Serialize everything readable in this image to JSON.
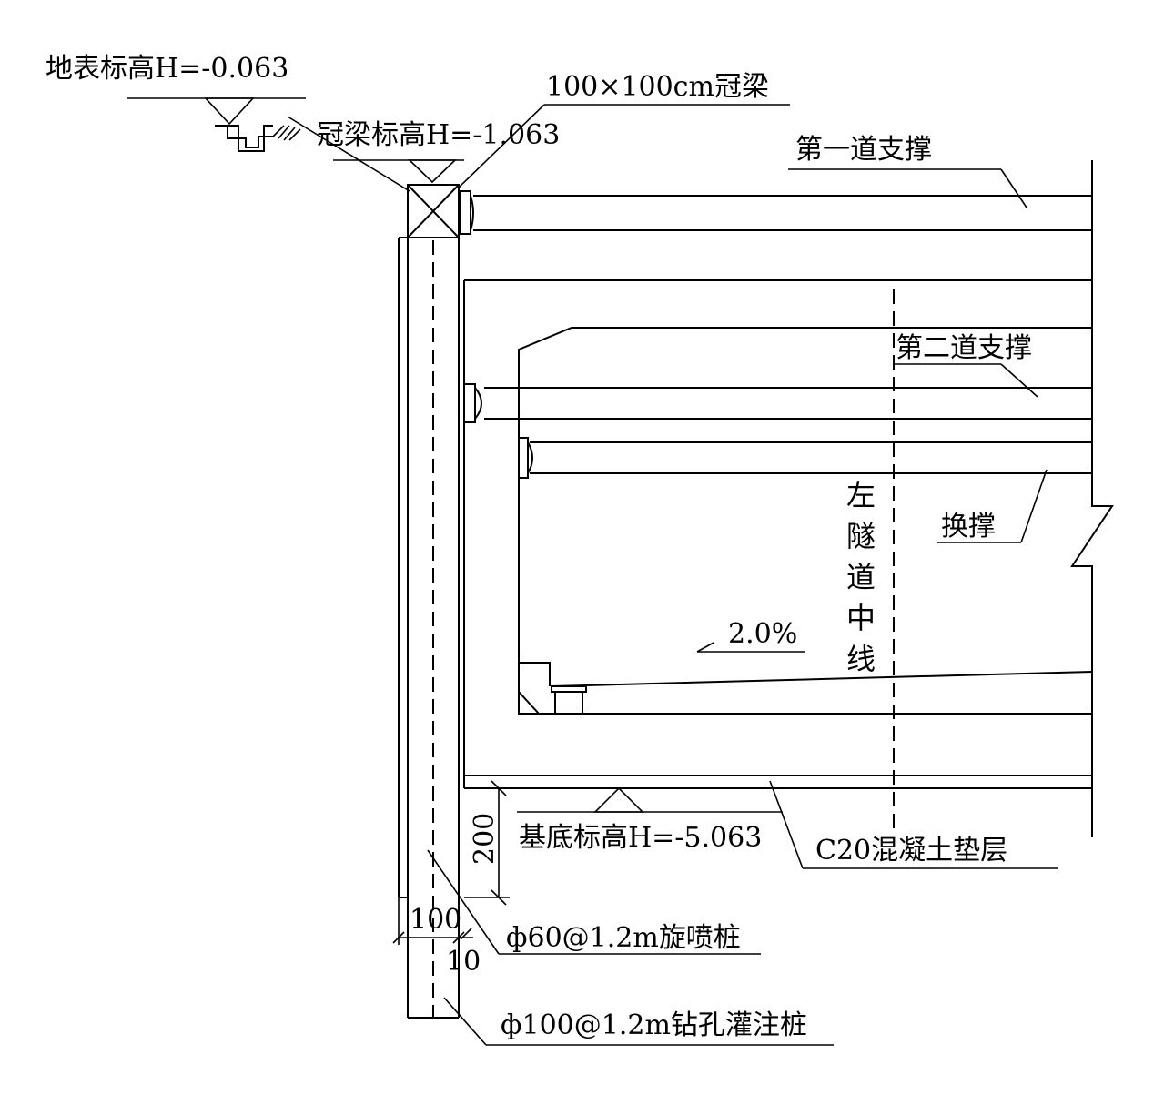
{
  "labels": {
    "ground_elevation": "地表标高H=-0.063",
    "crown_beam_size": "100×100cm冠梁",
    "crown_beam_elevation": "冠梁标高H=-1.063",
    "first_strut": "第一道支撑",
    "second_strut": "第二道支撑",
    "replacement_strut": "换撑",
    "tunnel_centerline": [
      "左",
      "隧",
      "道",
      "中",
      "线"
    ],
    "slope": "2.0%",
    "base_elevation": "基底标高H=-5.063",
    "cushion_layer": "C20混凝土垫层",
    "dim_200": "200",
    "dim_100": "100",
    "dim_10": "10",
    "jet_pile": "ф60@1.2m旋喷桩",
    "bored_pile": "ф100@1.2m钻孔灌注桩"
  }
}
